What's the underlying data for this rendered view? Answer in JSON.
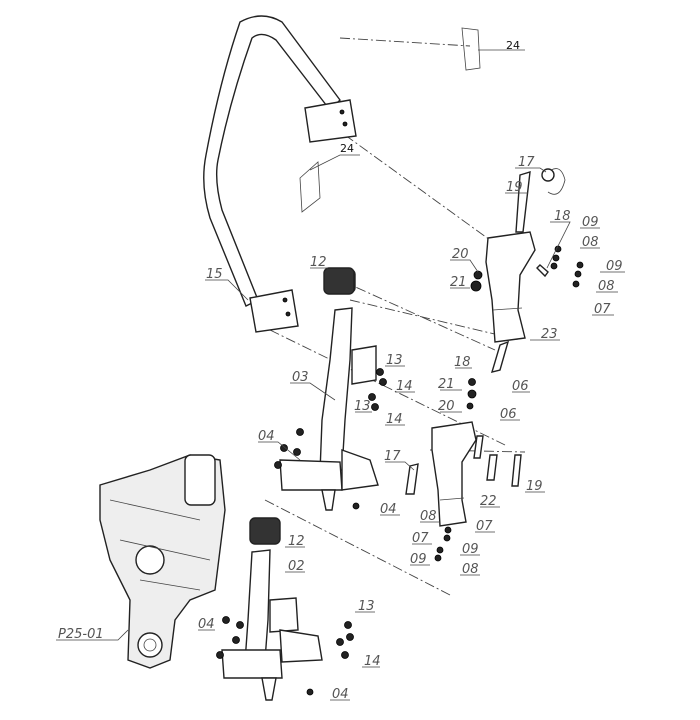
{
  "diagram": {
    "labels": [
      {
        "id": "24a",
        "text": "24"
      },
      {
        "id": "24b",
        "text": "24"
      },
      {
        "id": "17a",
        "text": "17"
      },
      {
        "id": "19a",
        "text": "19"
      },
      {
        "id": "18a",
        "text": "18"
      },
      {
        "id": "09a",
        "text": "09"
      },
      {
        "id": "08a",
        "text": "08"
      },
      {
        "id": "09b",
        "text": "09"
      },
      {
        "id": "08b",
        "text": "08"
      },
      {
        "id": "07a",
        "text": "07"
      },
      {
        "id": "20a",
        "text": "20"
      },
      {
        "id": "21a",
        "text": "21"
      },
      {
        "id": "23",
        "text": "23"
      },
      {
        "id": "15",
        "text": "15"
      },
      {
        "id": "12a",
        "text": "12"
      },
      {
        "id": "13a",
        "text": "13"
      },
      {
        "id": "14a",
        "text": "14"
      },
      {
        "id": "03",
        "text": "03"
      },
      {
        "id": "13b",
        "text": "13"
      },
      {
        "id": "14b",
        "text": "14"
      },
      {
        "id": "18b",
        "text": "18"
      },
      {
        "id": "21b",
        "text": "21"
      },
      {
        "id": "06a",
        "text": "06"
      },
      {
        "id": "20b",
        "text": "20"
      },
      {
        "id": "06b",
        "text": "06"
      },
      {
        "id": "04a",
        "text": "04"
      },
      {
        "id": "17b",
        "text": "17"
      },
      {
        "id": "19b",
        "text": "19"
      },
      {
        "id": "22",
        "text": "22"
      },
      {
        "id": "04b",
        "text": "04"
      },
      {
        "id": "08c",
        "text": "08"
      },
      {
        "id": "07b",
        "text": "07"
      },
      {
        "id": "07c",
        "text": "07"
      },
      {
        "id": "09c",
        "text": "09"
      },
      {
        "id": "09d",
        "text": "09"
      },
      {
        "id": "08d",
        "text": "08"
      },
      {
        "id": "12b",
        "text": "12"
      },
      {
        "id": "02",
        "text": "02"
      },
      {
        "id": "13c",
        "text": "13"
      },
      {
        "id": "04c",
        "text": "04"
      },
      {
        "id": "P25-01",
        "text": "P25-01"
      },
      {
        "id": "14c",
        "text": "14"
      },
      {
        "id": "04d",
        "text": "04"
      }
    ]
  }
}
